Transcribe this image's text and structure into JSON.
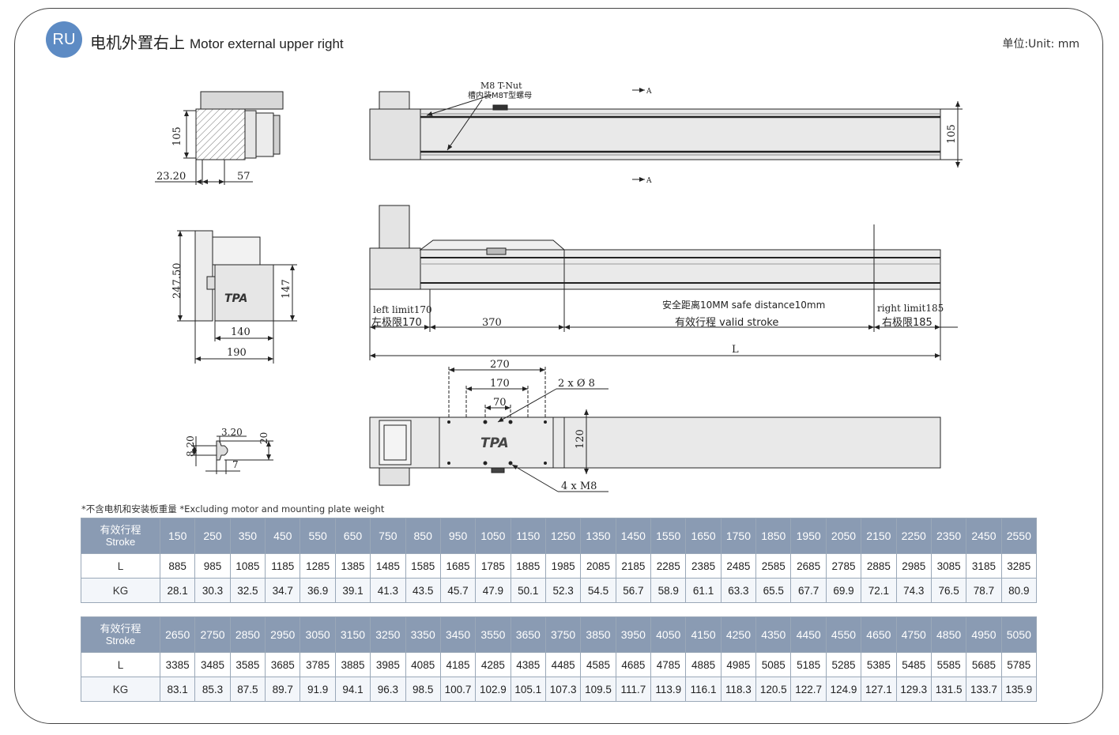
{
  "header": {
    "badge": "RU",
    "title_cn": "电机外置右上",
    "title_en": "Motor external upper right",
    "unit": "单位:Unit: mm"
  },
  "drawing": {
    "dim_105_left": "105",
    "dim_23_20": "23.20",
    "dim_57": "57",
    "tnut_en": "M8 T-Nut",
    "tnut_cn": "槽内装M8T型螺母",
    "section_a": "A",
    "dim_105_right": "105",
    "dim_247_50": "247.50",
    "dim_147": "147",
    "dim_140": "140",
    "dim_190": "190",
    "logo": "TPA",
    "left_limit_en": "left limit170",
    "left_limit_cn": "左极限170",
    "dim_370": "370",
    "safe_distance": "安全距离10MM safe distance10mm",
    "valid_stroke": "有效行程 valid stroke",
    "right_limit_en": "right limit185",
    "right_limit_cn": "右极限185",
    "dim_L": "L",
    "dim_270": "270",
    "dim_170": "170",
    "dim_70": "70",
    "holes": "2 x Ø 8",
    "threads": "4 x M8",
    "dim_120": "120",
    "dim_8_20": "8.20",
    "dim_3_20": "3.20",
    "dim_20": "20",
    "dim_7": "7"
  },
  "note": "*不含电机和安装板重量 *Excluding motor and mounting plate weight",
  "table1": {
    "label_cn": "有效行程",
    "label_en": "Stroke",
    "row_L": "L",
    "row_KG": "KG",
    "strokes": [
      "150",
      "250",
      "350",
      "450",
      "550",
      "650",
      "750",
      "850",
      "950",
      "1050",
      "1150",
      "1250",
      "1350",
      "1450",
      "1550",
      "1650",
      "1750",
      "1850",
      "1950",
      "2050",
      "2150",
      "2250",
      "2350",
      "2450",
      "2550"
    ],
    "L": [
      "885",
      "985",
      "1085",
      "1185",
      "1285",
      "1385",
      "1485",
      "1585",
      "1685",
      "1785",
      "1885",
      "1985",
      "2085",
      "2185",
      "2285",
      "2385",
      "2485",
      "2585",
      "2685",
      "2785",
      "2885",
      "2985",
      "3085",
      "3185",
      "3285"
    ],
    "KG": [
      "28.1",
      "30.3",
      "32.5",
      "34.7",
      "36.9",
      "39.1",
      "41.3",
      "43.5",
      "45.7",
      "47.9",
      "50.1",
      "52.3",
      "54.5",
      "56.7",
      "58.9",
      "61.1",
      "63.3",
      "65.5",
      "67.7",
      "69.9",
      "72.1",
      "74.3",
      "76.5",
      "78.7",
      "80.9"
    ]
  },
  "table2": {
    "label_cn": "有效行程",
    "label_en": "Stroke",
    "row_L": "L",
    "row_KG": "KG",
    "strokes": [
      "2650",
      "2750",
      "2850",
      "2950",
      "3050",
      "3150",
      "3250",
      "3350",
      "3450",
      "3550",
      "3650",
      "3750",
      "3850",
      "3950",
      "4050",
      "4150",
      "4250",
      "4350",
      "4450",
      "4550",
      "4650",
      "4750",
      "4850",
      "4950",
      "5050"
    ],
    "L": [
      "3385",
      "3485",
      "3585",
      "3685",
      "3785",
      "3885",
      "3985",
      "4085",
      "4185",
      "4285",
      "4385",
      "4485",
      "4585",
      "4685",
      "4785",
      "4885",
      "4985",
      "5085",
      "5185",
      "5285",
      "5385",
      "5485",
      "5585",
      "5685",
      "5785"
    ],
    "KG": [
      "83.1",
      "85.3",
      "87.5",
      "89.7",
      "91.9",
      "94.1",
      "96.3",
      "98.5",
      "100.7",
      "102.9",
      "105.1",
      "107.3",
      "109.5",
      "111.7",
      "113.9",
      "116.1",
      "118.3",
      "120.5",
      "122.7",
      "124.9",
      "127.1",
      "129.3",
      "131.5",
      "133.7",
      "135.9"
    ]
  }
}
